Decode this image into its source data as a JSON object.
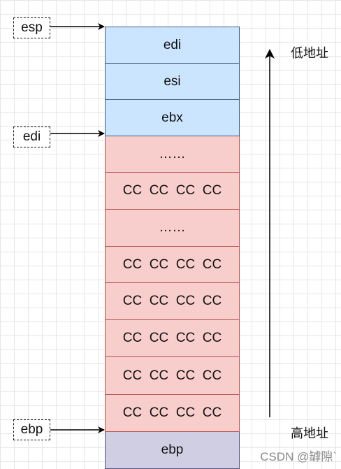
{
  "stack_cells": [
    {
      "label": "edi",
      "color": "blue"
    },
    {
      "label": "esi",
      "color": "blue"
    },
    {
      "label": "ebx",
      "color": "blue"
    },
    {
      "label": "……",
      "color": "red"
    },
    {
      "label": "CC  CC  CC  CC",
      "color": "red"
    },
    {
      "label": "……",
      "color": "red"
    },
    {
      "label": "CC  CC  CC  CC",
      "color": "red"
    },
    {
      "label": "CC  CC  CC  CC",
      "color": "red"
    },
    {
      "label": "CC  CC  CC  CC",
      "color": "red"
    },
    {
      "label": "CC  CC  CC  CC",
      "color": "red"
    },
    {
      "label": "CC  CC  CC  CC",
      "color": "red"
    },
    {
      "label": "ebp",
      "color": "purple"
    }
  ],
  "registers": {
    "esp": "esp",
    "edi": "edi",
    "ebp": "ebp"
  },
  "address_labels": {
    "low": "低地址",
    "high": "高地址"
  },
  "watermark": "CSDN @罅隙`",
  "colors": {
    "blue_fill": "#cce5ff",
    "red_fill": "#f8cecc",
    "purple_fill": "#d0cee2"
  }
}
